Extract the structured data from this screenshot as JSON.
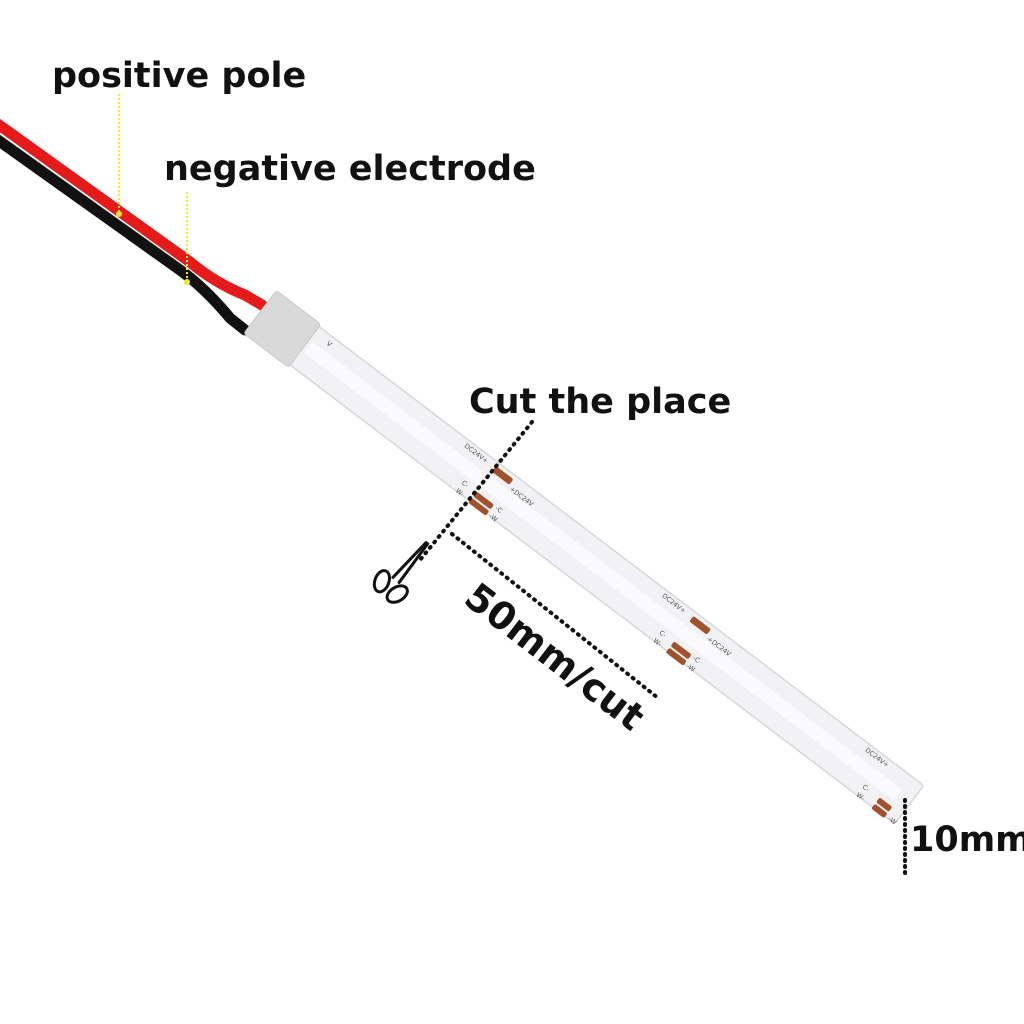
{
  "labels": {
    "positive": "positive pole",
    "negative": "negative electrode",
    "cut_place": "Cut the place",
    "cut_length": "50mm/cut",
    "width": "10mm"
  },
  "pad_text": {
    "dc_plus": "DC24V+",
    "plus_dc": "+DC24V",
    "c_minus": "C-",
    "w_minus": "W-",
    "minus_c": "-C",
    "minus_w": "-W",
    "end_marker": "V"
  },
  "colors": {
    "positive_wire": "#e51b1b",
    "negative_wire": "#111111",
    "strip_body": "#f2f2f5",
    "strip_edge": "#d6d6dc",
    "copper_pad": "#a0522d",
    "leader_line": "#f2ea2a",
    "end_cap": "#d9d9d9"
  },
  "icons": {
    "scissors": "scissors-icon"
  }
}
